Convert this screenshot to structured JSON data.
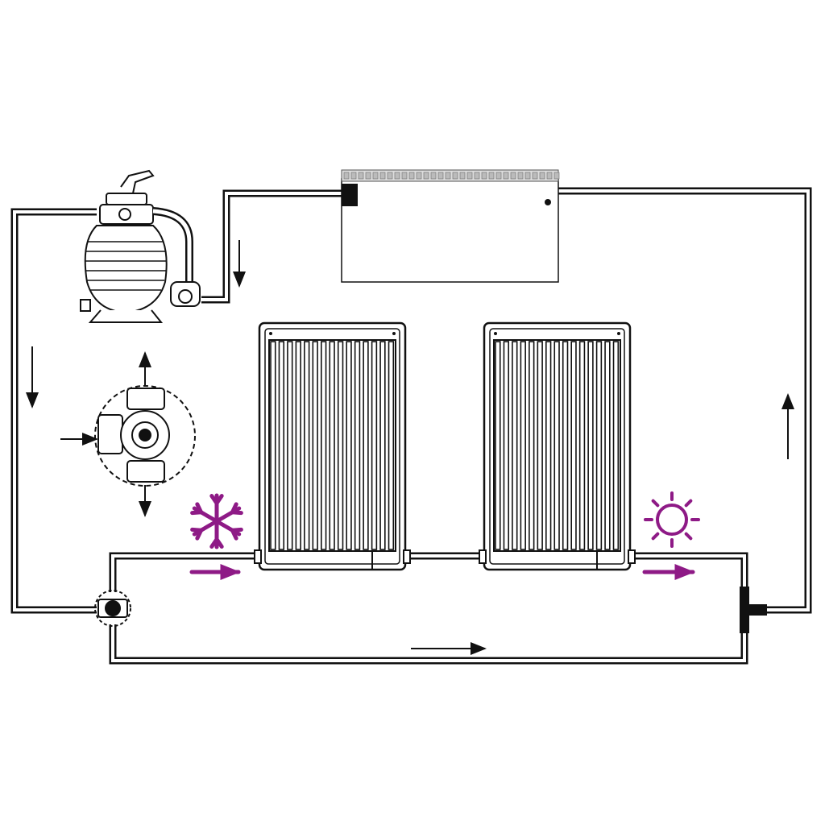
{
  "diagram": {
    "type": "pool solar heating circuit",
    "components": [
      "sand-filter-pump",
      "multiport-valve",
      "pool-heater-skimmer",
      "solar-panel",
      "solar-panel",
      "bypass-valve",
      "return-inlet"
    ],
    "icons": {
      "cold": "snowflake-icon",
      "warm": "sun-icon"
    },
    "colors": {
      "line": "#111111",
      "accent": "#8e1a86",
      "panel_fill": "#ffffff"
    },
    "panel_tube_count": 15
  }
}
